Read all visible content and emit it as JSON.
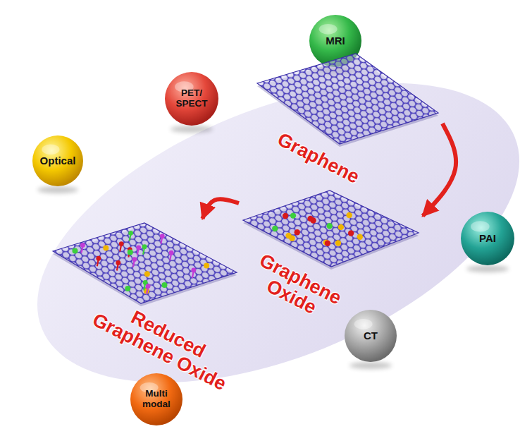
{
  "diagram": {
    "nodes": [
      {
        "text": [
          "MRI"
        ]
      },
      {
        "text": [
          "PET/ SPECT"
        ]
      },
      {
        "text": [
          "Graphene"
        ]
      },
      {
        "text": [
          "Optical"
        ]
      },
      {
        "text": [
          "PAI"
        ]
      },
      {
        "text": [
          "Graphene Oxide"
        ]
      },
      {
        "text": [
          "Reduced Graphene Oxide"
        ]
      },
      {
        "text": [
          "CT"
        ]
      },
      {
        "text": [
          "Multi modal"
        ]
      }
    ],
    "edges": [
      {
        "from": 2,
        "to": 5,
        "arrow": "to"
      },
      {
        "from": 5,
        "to": 6,
        "arrow": "to"
      }
    ]
  }
}
